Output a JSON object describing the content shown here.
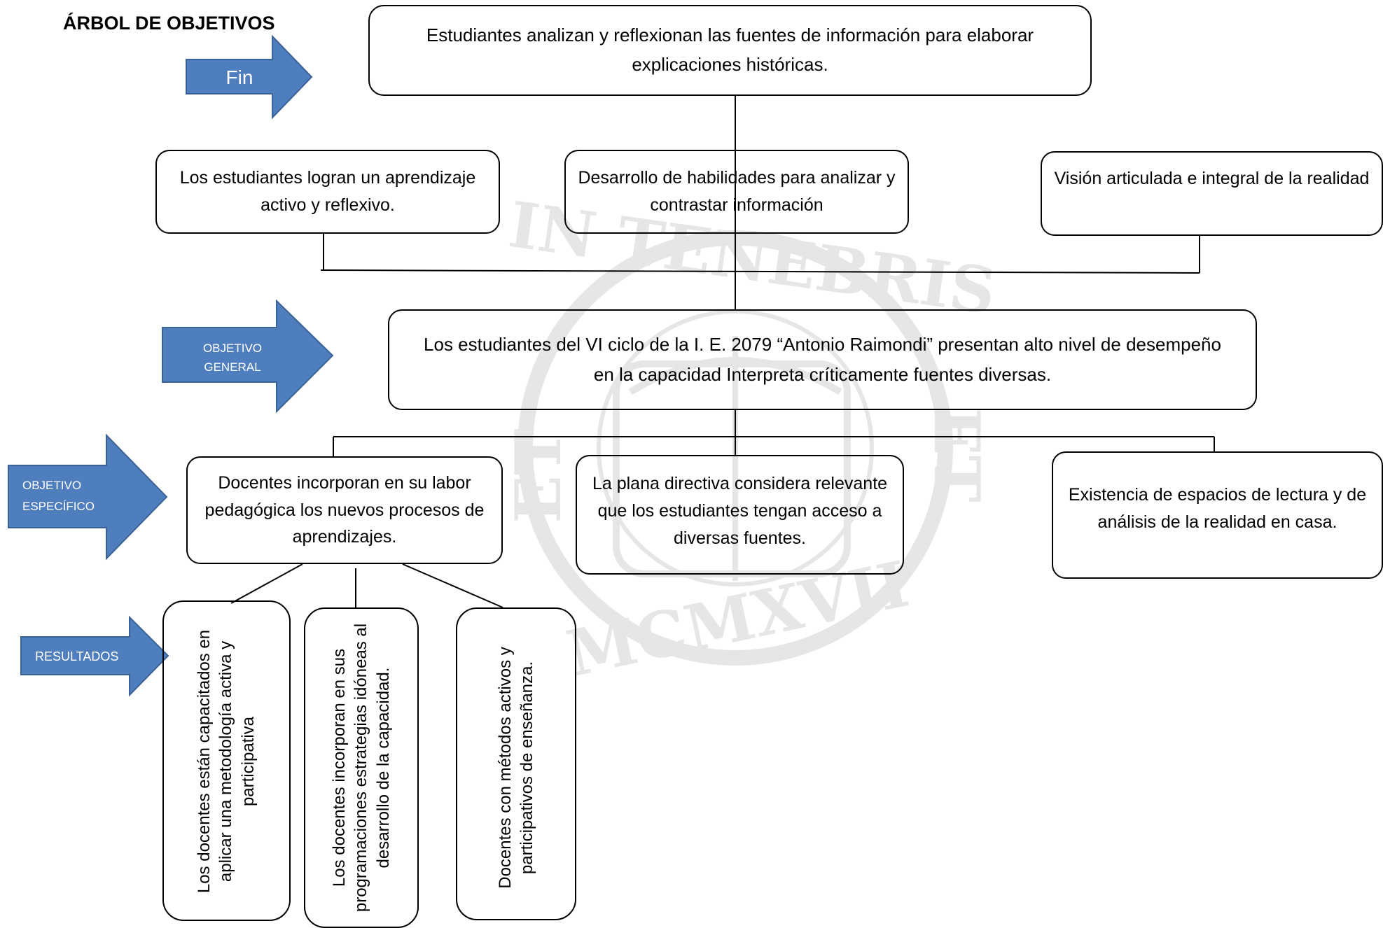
{
  "title": "ÁRBOL DE OBJETIVOS",
  "colors": {
    "arrow_fill": "#4f7ebf",
    "arrow_stroke": "#3a6296",
    "line": "#000000",
    "watermark": "#e6e6e6"
  },
  "watermark": {
    "top_text": "IN TENEBRIS",
    "bottom_text": "MCMXVII",
    "left_text": "ET",
    "right_text": "ET"
  },
  "arrows": {
    "fin": "Fin",
    "objetivo_general": [
      "OBJETIVO",
      "GENERAL"
    ],
    "objetivo_especifico": [
      "OBJETIVO",
      "ESPECÍFICO"
    ],
    "resultados": "RESULTADOS"
  },
  "fin_box": [
    "Estudiantes  analizan y reflexionan las fuentes de información para elaborar",
    "explicaciones históricas."
  ],
  "effects": [
    [
      "Los estudiantes  logran un aprendizaje",
      "activo y reflexivo."
    ],
    [
      "Desarrollo de habilidades para analizar y",
      "contrastar información"
    ],
    [
      "Visión articulada e integral de la realidad"
    ]
  ],
  "general_objective": [
    "Los estudiantes del VI ciclo de la I. E. 2079 “Antonio Raimondi”  presentan  alto nivel de desempeño",
    "en la capacidad Interpreta críticamente fuentes  diversas."
  ],
  "specific_objectives": [
    [
      "Docentes  incorporan en su labor",
      "pedagógica los nuevos procesos de",
      "aprendizajes."
    ],
    [
      "La plana directiva considera relevante",
      "que los estudiantes tengan acceso a",
      "diversas fuentes."
    ],
    [
      "Existencia de espacios de lectura y de",
      "análisis de la realidad en casa."
    ]
  ],
  "results": [
    [
      "Los docentes  están capacitados en",
      "aplicar una metodología activa y",
      "participativa"
    ],
    [
      "Los docentes incorporan en sus",
      "programaciones estrategias idóneas al",
      "desarrollo de la capacidad."
    ],
    [
      "Docentes  con métodos activos y",
      "participativos de enseñanza."
    ]
  ]
}
